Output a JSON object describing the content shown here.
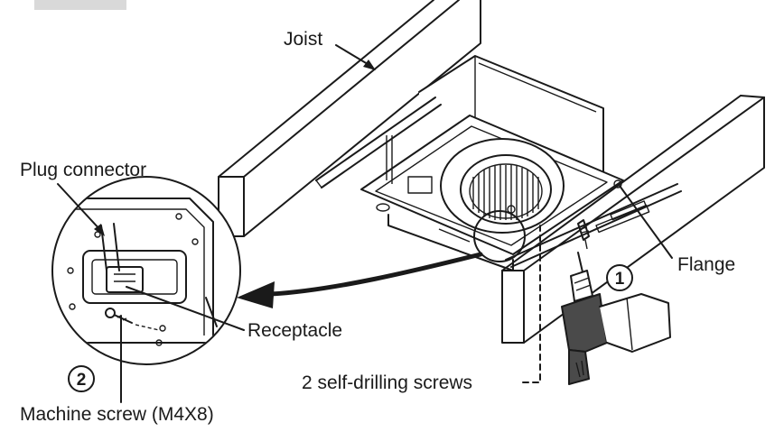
{
  "labels": {
    "joist": "Joist",
    "plug_connector": "Plug connector",
    "receptacle": "Receptacle",
    "flange": "Flange",
    "self_drilling_screws": "2 self-drilling screws",
    "machine_screw": "Machine screw (M4X8)"
  },
  "steps": {
    "step1": "1",
    "step2": "2"
  }
}
